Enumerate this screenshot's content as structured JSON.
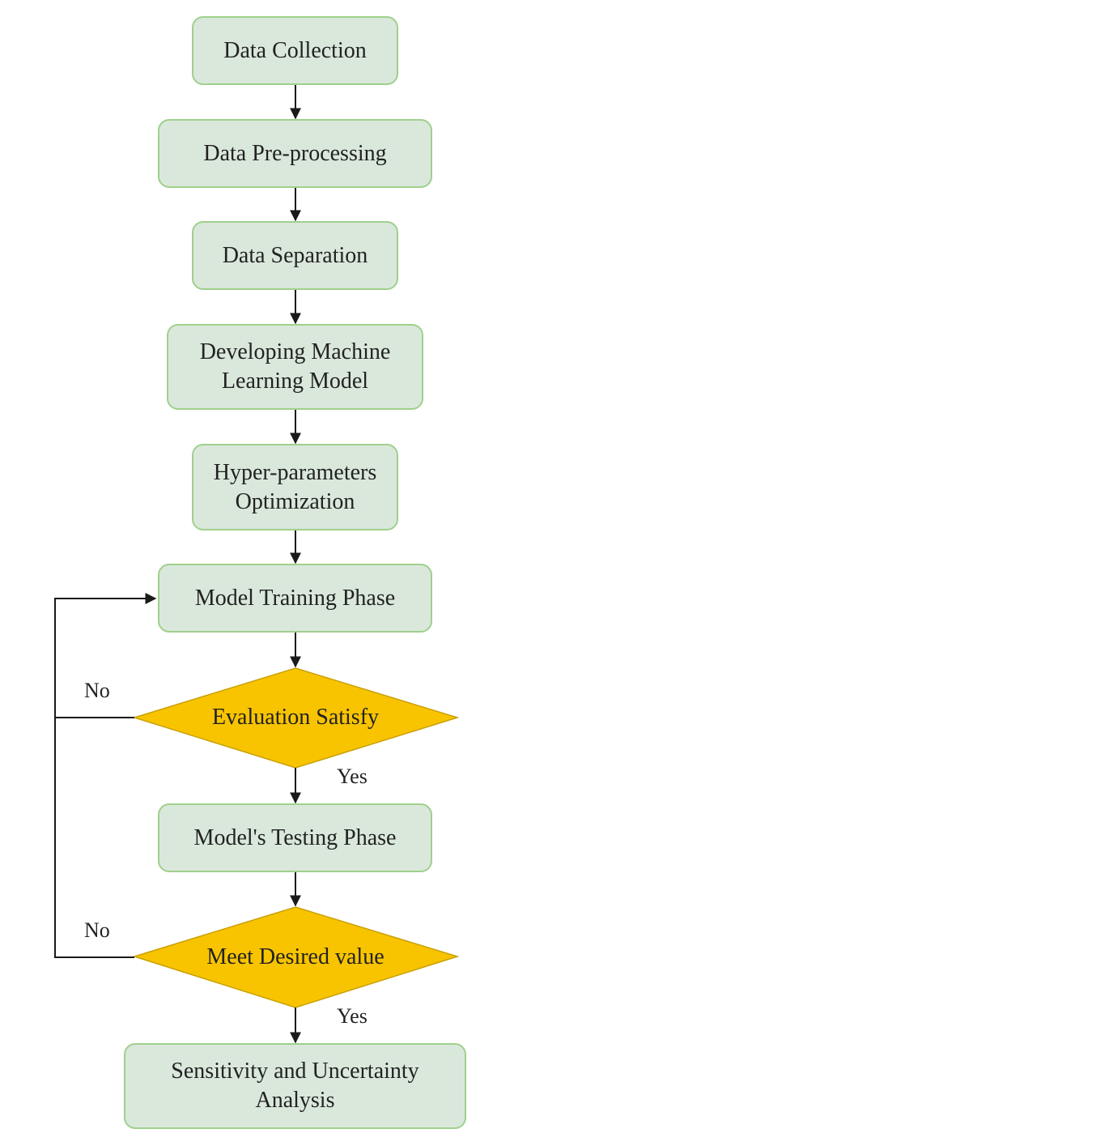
{
  "flowchart": {
    "steps": {
      "data_collection": "Data Collection",
      "data_preprocessing": "Data Pre-processing",
      "data_separation": "Data Separation",
      "developing_model": [
        "Developing Machine",
        "Learning Model"
      ],
      "hyperparameters": [
        "Hyper-parameters",
        "Optimization"
      ],
      "model_training": "Model Training Phase",
      "model_testing": "Model's Testing Phase",
      "sensitivity": [
        "Sensitivity and Uncertainty",
        "Analysis"
      ]
    },
    "decisions": {
      "evaluation": "Evaluation Satisfy",
      "desired_value": "Meet Desired value"
    },
    "edge_labels": {
      "eval_no": "No",
      "eval_yes": "Yes",
      "desired_no": "No",
      "desired_yes": "Yes"
    },
    "colors": {
      "step_fill": "#dae8dc",
      "step_border": "#9fd08c",
      "decision_fill": "#f8c400",
      "decision_border": "#c9a000",
      "connector": "#1a1a1a"
    }
  }
}
